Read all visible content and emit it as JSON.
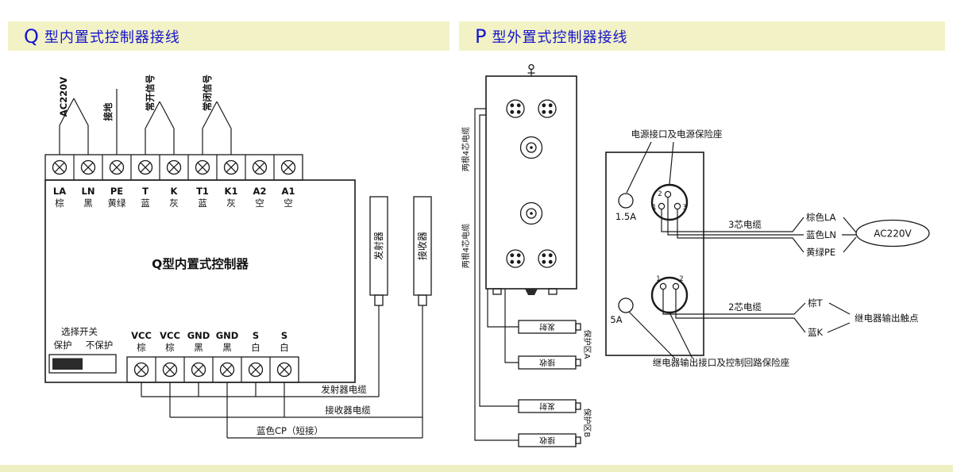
{
  "banners": {
    "left": {
      "prefix": "Q",
      "rest": "型内置式控制器接线"
    },
    "right": {
      "prefix": "P",
      "rest": "型外置式控制器接线"
    }
  },
  "left_diagram": {
    "box_title": "Q型内置式控制器",
    "top_wire_labels": {
      "ac": "AC220V",
      "ground": "接地",
      "normally_open": "常开信号",
      "normally_closed": "常闭信号"
    },
    "top_terminals": [
      {
        "name": "LA",
        "color": "棕"
      },
      {
        "name": "LN",
        "color": "黑"
      },
      {
        "name": "PE",
        "color": "黄绿"
      },
      {
        "name": "T",
        "color": "蓝"
      },
      {
        "name": "K",
        "color": "灰"
      },
      {
        "name": "T1",
        "color": "蓝"
      },
      {
        "name": "K1",
        "color": "灰"
      },
      {
        "name": "A2",
        "color": "空"
      },
      {
        "name": "A1",
        "color": "空"
      }
    ],
    "selector": {
      "title": "选择开关",
      "left": "保护",
      "right": "不保护"
    },
    "bottom_terminals": [
      {
        "name": "VCC",
        "color": "棕"
      },
      {
        "name": "VCC",
        "color": "棕"
      },
      {
        "name": "GND",
        "color": "黑"
      },
      {
        "name": "GND",
        "color": "黑"
      },
      {
        "name": "S",
        "color": "白"
      },
      {
        "name": "S",
        "color": "白"
      }
    ],
    "transmitter": "发射器",
    "receiver": "接收器",
    "cable_labels": {
      "transmitter": "发射器电缆",
      "receiver": "接收器电缆",
      "cp": "蓝色CP（短接）"
    }
  },
  "right_diagram": {
    "cable_label": "两根4芯电缆",
    "zone_units": [
      "发射",
      "接收",
      "发射",
      "接收"
    ],
    "zone_a": "保护区A",
    "zone_b": "保护区B",
    "controller": {
      "fuse_power": "1.5A",
      "fuse_relay": "5A",
      "power_pins": [
        "1",
        "2",
        "3"
      ],
      "relay_pins": [
        "1",
        "2"
      ],
      "power_label": "电源接口及电源保险座",
      "relay_label": "继电器输出接口及控制回路保险座",
      "cable3": "3芯电缆",
      "cable2": "2芯电缆",
      "wire_la": "棕色LA",
      "wire_ln": "蓝色LN",
      "wire_pe": "黄绿PE",
      "ac_label": "AC220V",
      "wire_t": "棕T",
      "wire_k": "蓝K",
      "relay_output": "继电器输出触点"
    }
  },
  "colors": {
    "banner_bg": "#f2f2c6",
    "title_blue": "#1414cc",
    "line": "#1a1a1a"
  }
}
